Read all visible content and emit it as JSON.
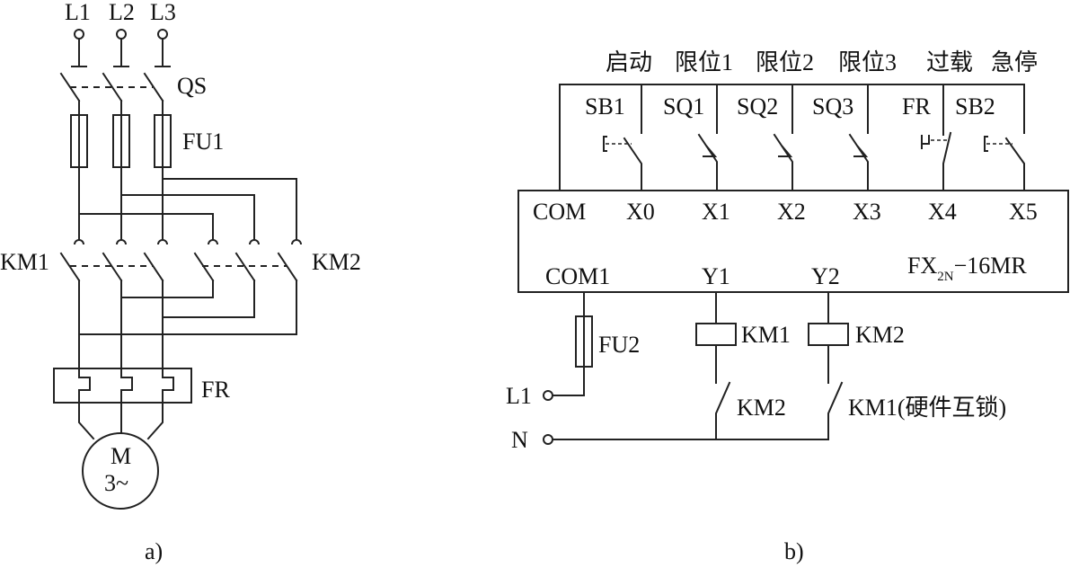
{
  "panel_a": {
    "caption": "a)",
    "phases": [
      "L1",
      "L2",
      "L3"
    ],
    "switch_label": "QS",
    "fuse_label": "FU1",
    "contactor_left": "KM1",
    "contactor_right": "KM2",
    "overload_label": "FR",
    "motor_line1": "M",
    "motor_line2": "3~"
  },
  "panel_b": {
    "caption": "b)",
    "functions": [
      "启动",
      "限位1",
      "限位2",
      "限位3",
      "过载",
      "急停"
    ],
    "input_devices": [
      "SB1",
      "SQ1",
      "SQ2",
      "SQ3",
      "FR",
      "SB2"
    ],
    "plc_inputs": [
      "COM",
      "X0",
      "X1",
      "X2",
      "X3",
      "X4",
      "X5"
    ],
    "plc_outputs": [
      "COM1",
      "Y1",
      "Y2"
    ],
    "plc_model_prefix": "FX",
    "plc_model_sub": "2N",
    "plc_model_suffix": "−16MR",
    "fuse_label": "FU2",
    "coil1_label": "KM1",
    "coil2_label": "KM2",
    "interlock1_label": "KM2",
    "interlock2_label": "KM1(硬件互锁)",
    "supply_l": "L1",
    "supply_n": "N"
  }
}
